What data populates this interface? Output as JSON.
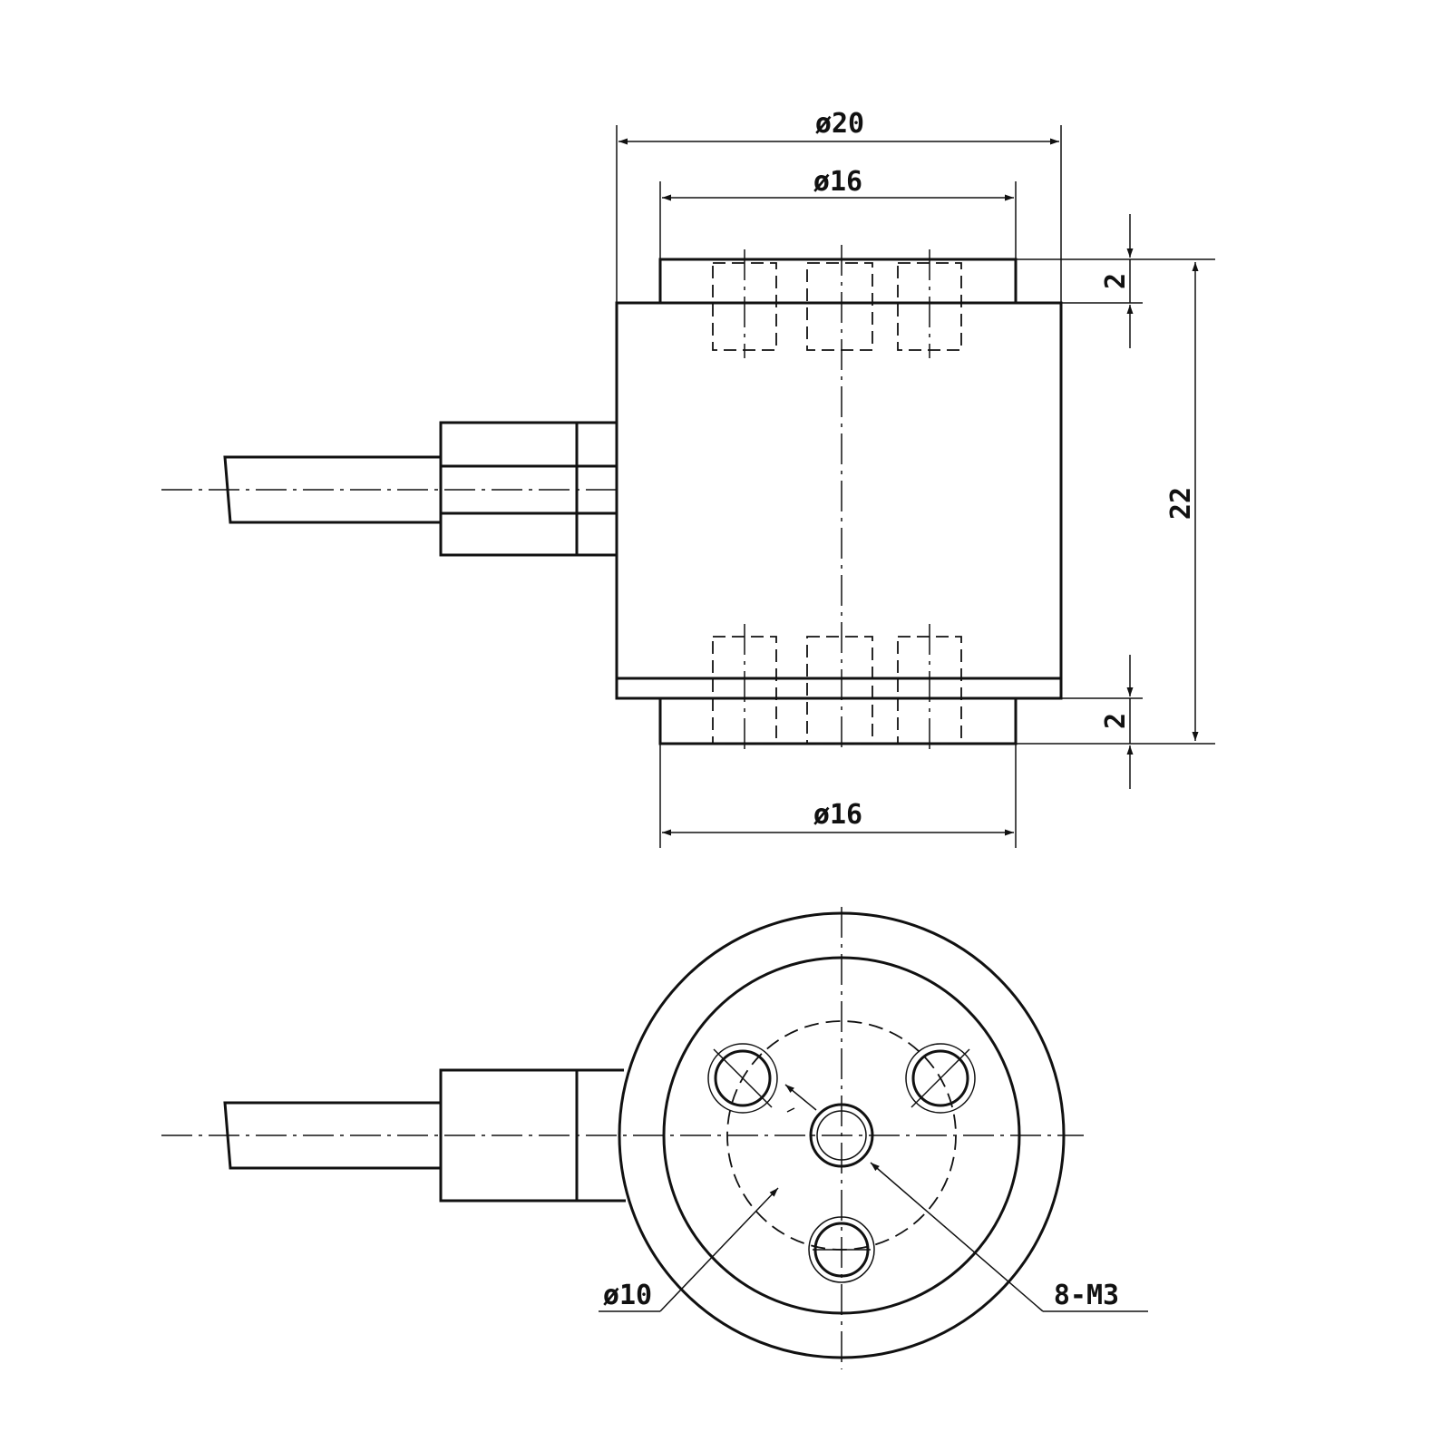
{
  "front_view": {
    "dims": {
      "outer_diameter": "ø20",
      "upper_boss_diameter": "ø16",
      "lower_boss_diameter": "ø16",
      "top_boss_height": "2",
      "bottom_boss_height": "2",
      "total_height": "22"
    }
  },
  "bottom_view": {
    "dims": {
      "bolt_circle": "ø10",
      "thread_spec": "8-M3"
    }
  },
  "colors": {
    "line": "#111111",
    "background": "#ffffff"
  }
}
